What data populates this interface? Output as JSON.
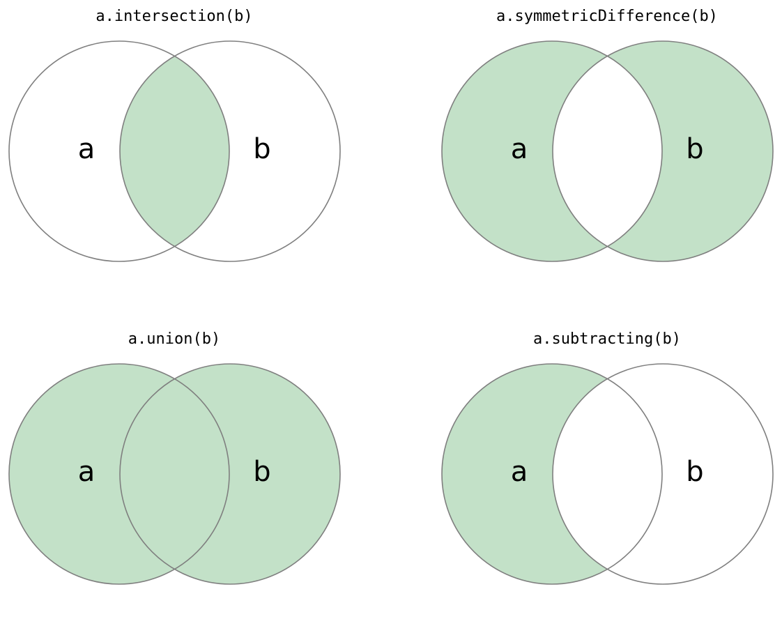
{
  "colors": {
    "fill": "#c3e1c8",
    "stroke": "#7f7f7f",
    "background": "#ffffff"
  },
  "diagrams": [
    {
      "id": "intersection",
      "title": "a.intersection(b)",
      "label_a": "a",
      "label_b": "b",
      "shaded": "intersection"
    },
    {
      "id": "symmetric-difference",
      "title": "a.symmetricDifference(b)",
      "label_a": "a",
      "label_b": "b",
      "shaded": "symmetric-difference"
    },
    {
      "id": "union",
      "title": "a.union(b)",
      "label_a": "a",
      "label_b": "b",
      "shaded": "union"
    },
    {
      "id": "subtracting",
      "title": "a.subtracting(b)",
      "label_a": "a",
      "label_b": "b",
      "shaded": "a-minus-b"
    }
  ]
}
